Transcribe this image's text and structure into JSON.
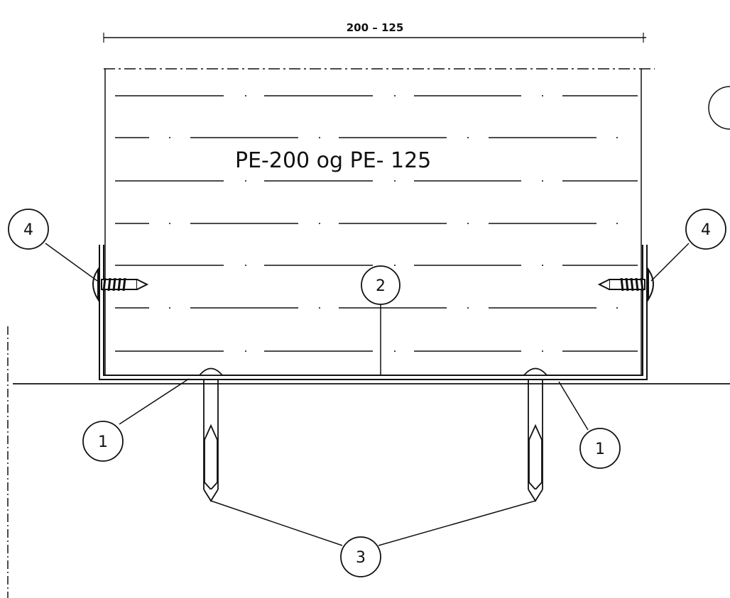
{
  "dimension": {
    "text": "200 – 125"
  },
  "profile_label": "PE-200 og PE- 125",
  "callouts": {
    "left_screw": "4",
    "right_screw": "4",
    "bracket": "2",
    "left_washer": "1",
    "right_washer": "1",
    "anchors": "3"
  },
  "colors": {
    "ink": "#111111",
    "paper": "#ffffff"
  }
}
